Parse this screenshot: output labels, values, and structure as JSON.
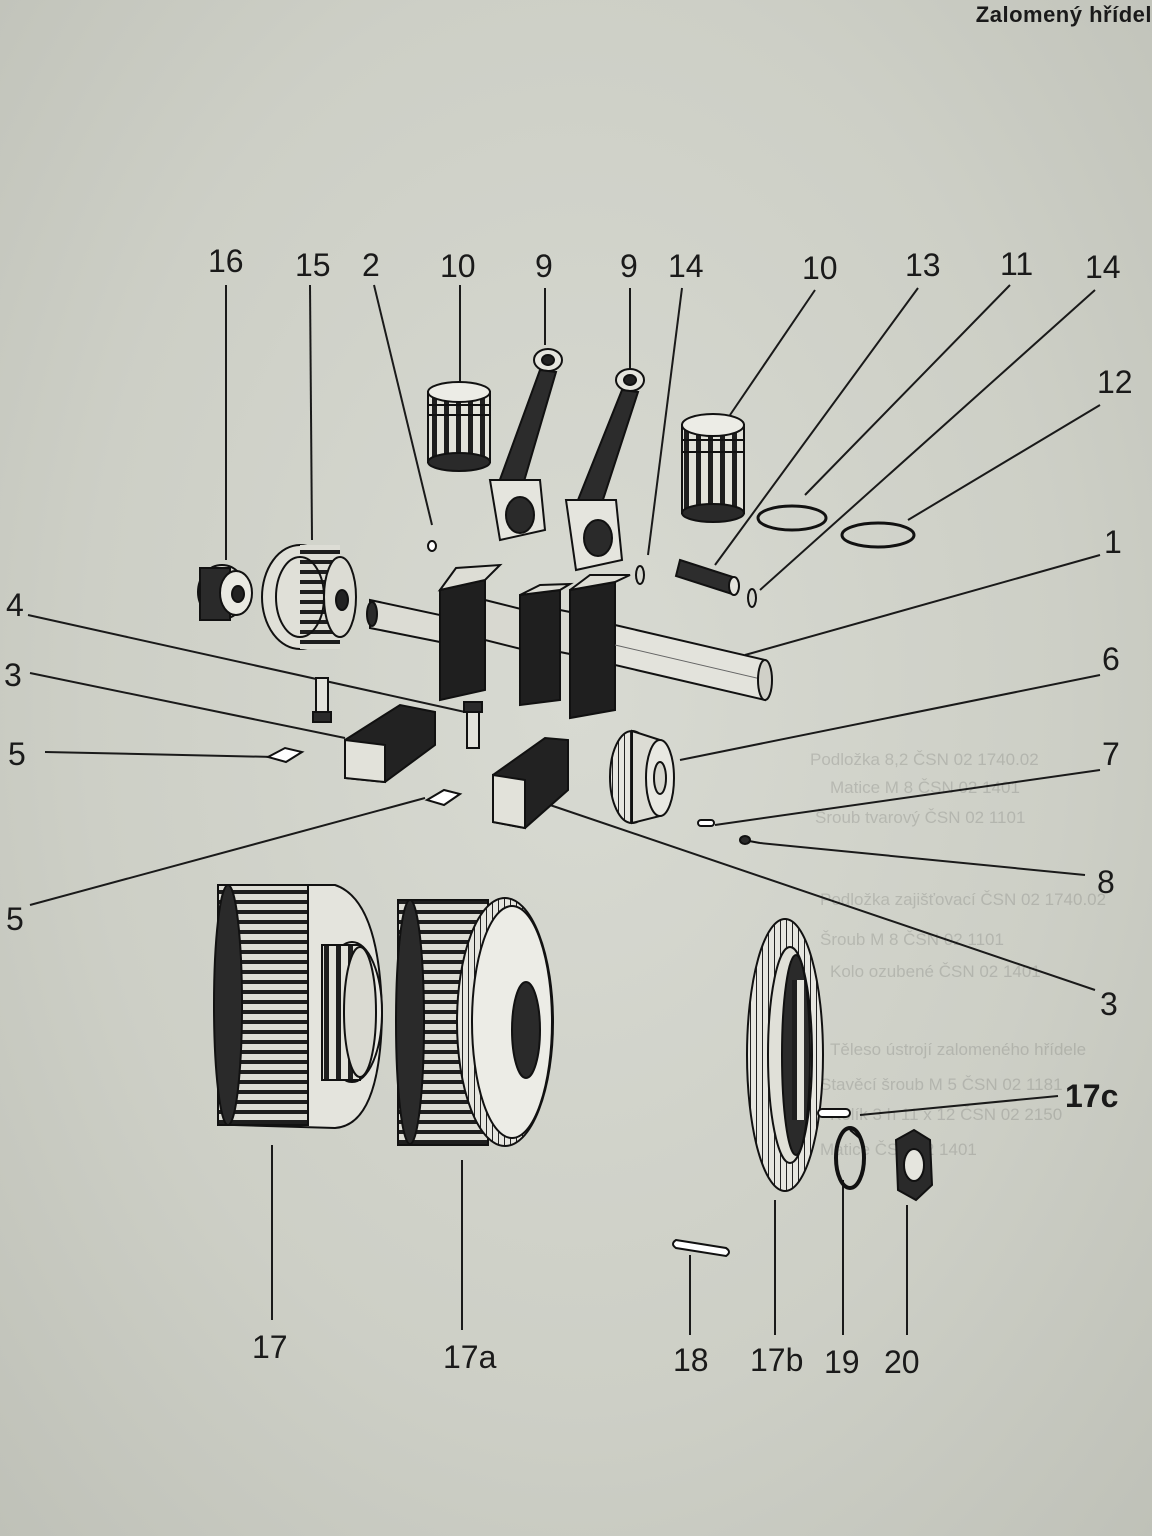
{
  "header": {
    "title": "Zalomený hřídel"
  },
  "callouts": {
    "top": [
      "16",
      "15",
      "2",
      "10",
      "9",
      "9",
      "14",
      "10",
      "13",
      "11",
      "14"
    ],
    "right_12": "12",
    "right_1": "1",
    "left_4": "4",
    "left_3": "3",
    "left_5a": "5",
    "left_5b": "5",
    "right_6": "6",
    "right_7": "7",
    "right_8": "8",
    "right_3": "3",
    "right_17c": "17c",
    "bottom": [
      "17",
      "17a",
      "18",
      "17b",
      "19",
      "20"
    ]
  },
  "ghost_list": [
    "Podložka 8,2 ČSN 02 1740.02",
    "Matice M 8 ČSN 02 1401",
    "Šroub tvarový ČSN 02 1101",
    "Podložka zajišťovací ČSN 02 1740.02",
    "Šroub M 8 ČSN 02 1101",
    "Kolo ozubené ČSN 02 1401",
    "Těleso ústrojí zalomeného hřídele",
    "Stavěcí šroub M 5 ČSN 02 1181",
    "Kolík 3 h 11 x 12 ČSN 02 2150",
    "Matice ČSN 02 1401"
  ]
}
